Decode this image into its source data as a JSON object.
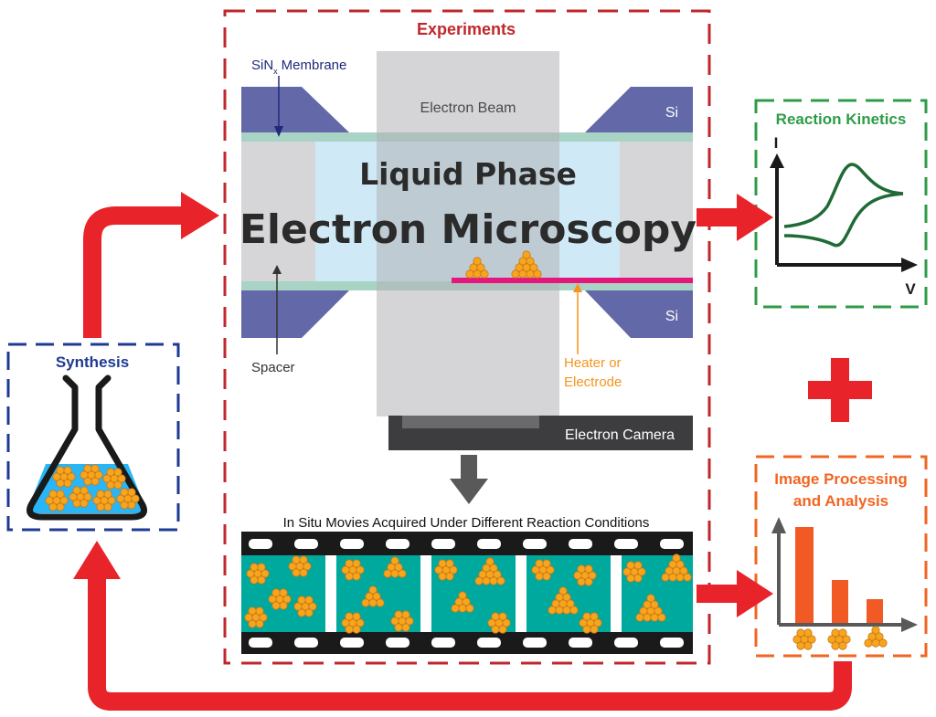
{
  "experiments": {
    "title": "Experiments",
    "membrane_label": "SiN",
    "membrane_sub": "x",
    "membrane_label_tail": "Membrane",
    "electron_beam": "Electron Beam",
    "si_top": "Si",
    "si_bottom": "Si",
    "title_line1": "Liquid Phase",
    "title_line2": "Electron Microscopy",
    "spacer": "Spacer",
    "heater_line1": "Heater or",
    "heater_line2": "Electrode",
    "electron_camera": "Electron Camera",
    "movies_caption": "In Situ Movies Acquired Under Different Reaction Conditions"
  },
  "synthesis": {
    "title": "Synthesis"
  },
  "reaction_kinetics": {
    "title": "Reaction Kinetics",
    "y_axis": "I",
    "x_axis": "V"
  },
  "image_processing": {
    "title_line1": "Image Processing",
    "title_line2": "and Analysis"
  },
  "colors": {
    "experiments_border": "#c0272d",
    "synthesis_border": "#1f3a93",
    "kinetics_border": "#2e9c47",
    "processing_border": "#f26522",
    "arrow_red": "#e8232a",
    "silicon": "#6368a8",
    "membrane": "#a9d3c5",
    "liquid": "#cfe9f7",
    "heater": "#e6177c",
    "particle": "#f7a51c",
    "film_bg": "#00a99d",
    "cv_curve": "#1f6b35",
    "bar": "#f15a24"
  },
  "icons": [
    "erlenmeyer-flask-icon",
    "nanoparticle-cluster-icon",
    "film-strip-icon",
    "plus-icon",
    "down-arrow-icon"
  ]
}
